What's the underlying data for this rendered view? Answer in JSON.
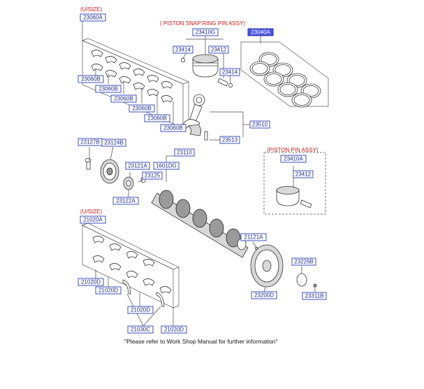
{
  "labels": {
    "usize_top": "(U/SIZE)",
    "usize_bottom": "(U/SIZE)",
    "piston_snap_ring_pin_assy": "( PISTON  SNAP RING  PIN ASSY)",
    "piston_pin_assy": "(PISTON  PIN ASSY)",
    "footnote": "\"Please refer to Work Shop Manual for further information\""
  },
  "callouts": {
    "c23060A": "23060A",
    "c23410G": "23410G",
    "c23040A": "23040A",
    "c23414a": "23414",
    "c23412a": "23412",
    "c23414b": "23414",
    "c23060B1": "23060B",
    "c23060B2": "23060B",
    "c23060B3": "23060B",
    "c23060B4": "23060B",
    "c23060B5": "23060B",
    "c23060B6": "23060B",
    "c23510": "23510",
    "c23513": "23513",
    "c23127B": "23127B",
    "c23124B": "23124B",
    "c23110": "23110",
    "c23121A": "23121A",
    "c1601DG": "1601DG",
    "c23125": "23125",
    "c23122A": "23122A",
    "c23410A": "23410A",
    "c23412b": "23412",
    "c21020A": "21020A",
    "c21121A": "21121A",
    "c21020D1": "21020D",
    "c21020D2": "21020D",
    "c21020D3": "21020D",
    "c21030C": "21030C",
    "c21020D4": "21020D",
    "c23200D": "23200D",
    "c23226B": "23226B",
    "c23311B": "23311B"
  }
}
